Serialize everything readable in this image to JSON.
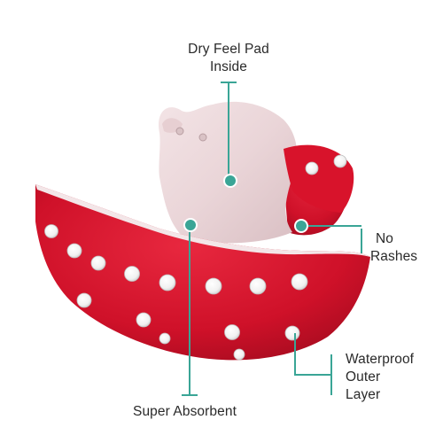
{
  "callouts": {
    "dry_feel": {
      "line1": "Dry Feel Pad",
      "line2": "Inside"
    },
    "no_rashes": {
      "line1": "No",
      "line2": "Rashes"
    },
    "waterproof": {
      "line1": "Waterproof",
      "line2": "Outer",
      "line3": "Layer"
    },
    "absorbent": {
      "line1": "Super Absorbent"
    }
  },
  "colors": {
    "accent": "#3aa596",
    "shell_red": "#d0122a",
    "liner_pink": "#efdcde",
    "snap_white": "#f7f7f7",
    "text": "#2a2a2a"
  }
}
